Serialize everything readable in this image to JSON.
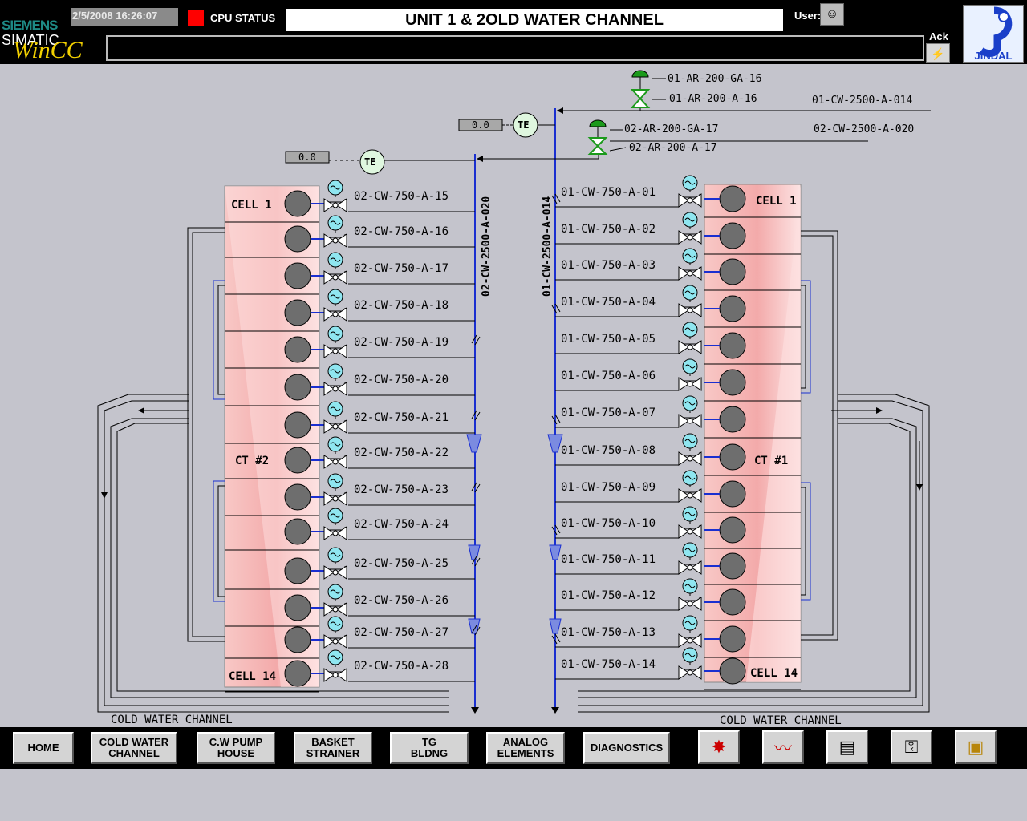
{
  "header": {
    "brand_siemens": "SIEMENS",
    "brand_simatic": "SIMATIC",
    "brand_wincc": "WinCC",
    "datetime": "2/5/2008 16:26:07",
    "cpu_status_label": "CPU STATUS",
    "title": "UNIT 1 & 2OLD WATER CHANNEL",
    "user_label": "User:",
    "ack_label": "Ack",
    "logo_text": "JINDAL"
  },
  "diagram": {
    "top_valves": {
      "ga16": "01-AR-200-GA-16",
      "a16": "01-AR-200-A-16",
      "ga17": "02-AR-200-GA-17",
      "a17": "02-AR-200-A-17",
      "pipe_014": "01-CW-2500-A-014",
      "pipe_020": "02-CW-2500-A-020"
    },
    "te_label": "TE",
    "temp_readout_1": "0.0",
    "temp_readout_2": "0.0",
    "left_header_pipe": "02-CW-2500-A-020",
    "right_header_pipe": "01-CW-2500-A-014",
    "left_tower": {
      "cell_top": "CELL  1",
      "tower": "CT  #2",
      "cell_bottom": "CELL 14",
      "lines": [
        "02-CW-750-A-15",
        "02-CW-750-A-16",
        "02-CW-750-A-17",
        "02-CW-750-A-18",
        "02-CW-750-A-19",
        "02-CW-750-A-20",
        "02-CW-750-A-21",
        "02-CW-750-A-22",
        "02-CW-750-A-23",
        "02-CW-750-A-24",
        "02-CW-750-A-25",
        "02-CW-750-A-26",
        "02-CW-750-A-27",
        "02-CW-750-A-28"
      ]
    },
    "right_tower": {
      "cell_top": "CELL 1",
      "tower": "CT  #1",
      "cell_bottom": "CELL 14",
      "lines": [
        "01-CW-750-A-01",
        "01-CW-750-A-02",
        "01-CW-750-A-03",
        "01-CW-750-A-04",
        "01-CW-750-A-05",
        "01-CW-750-A-06",
        "01-CW-750-A-07",
        "01-CW-750-A-08",
        "01-CW-750-A-09",
        "01-CW-750-A-10",
        "01-CW-750-A-11",
        "01-CW-750-A-12",
        "01-CW-750-A-13",
        "01-CW-750-A-14"
      ]
    },
    "left_channel_label": "COLD WATER CHANNEL",
    "right_channel_label": "COLD WATER CHANNEL"
  },
  "nav": {
    "buttons": [
      "HOME",
      "COLD WATER\nCHANNEL",
      "C.W PUMP\nHOUSE",
      "BASKET\nSTRAINER",
      "TG\nBLDNG",
      "ANALOG\nELEMENTS",
      "DIAGNOSTICS"
    ],
    "icons": [
      "alarm-log-icon",
      "trend-icon",
      "report-icon",
      "key-icon",
      "exit-door-icon"
    ]
  },
  "colors": {
    "cell_fill": "#f7c8c8",
    "pipe_blue": "#1a2fd0",
    "valve_cyan": "#8fe6f0",
    "valve_green": "#1b9a1b"
  }
}
